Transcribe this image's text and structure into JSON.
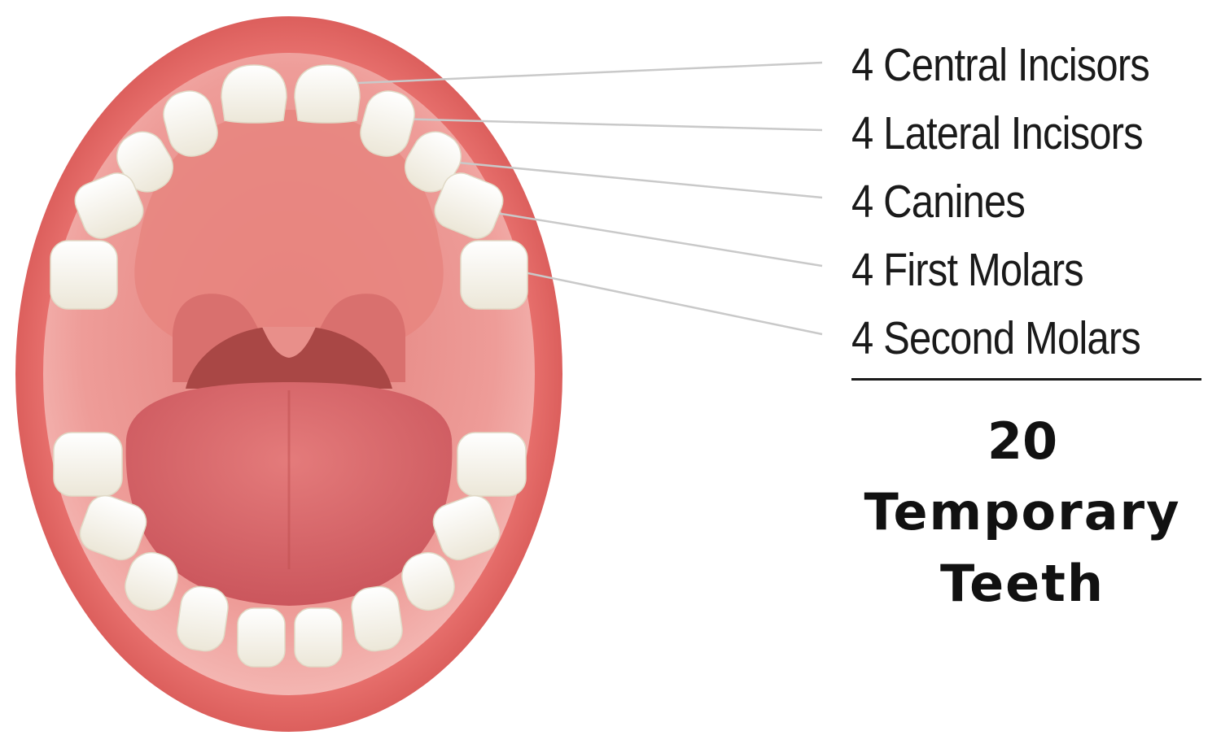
{
  "legend": {
    "items": [
      {
        "count": "4",
        "label": "Central Incisors",
        "text": "4 Central Incisors"
      },
      {
        "count": "4",
        "label": "Lateral Incisors",
        "text": "4 Lateral Incisors"
      },
      {
        "count": "4",
        "label": "Canines",
        "text": "4 Canines"
      },
      {
        "count": "4",
        "label": "First Molars",
        "text": "4 First Molars"
      },
      {
        "count": "4",
        "label": "Second Molars",
        "text": "4 Second Molars"
      }
    ]
  },
  "total": {
    "number": "20",
    "line1": "Temporary",
    "line2": "Teeth"
  },
  "colors": {
    "lips": "#dc5a58",
    "mouth_interior": "#f0a09c",
    "palate": "#e4827f",
    "throat": "#a94745",
    "tongue": "#d86566",
    "tooth": "#fbf9f2",
    "leader_line": "#c9c9c9",
    "text": "#1a1a1a"
  }
}
